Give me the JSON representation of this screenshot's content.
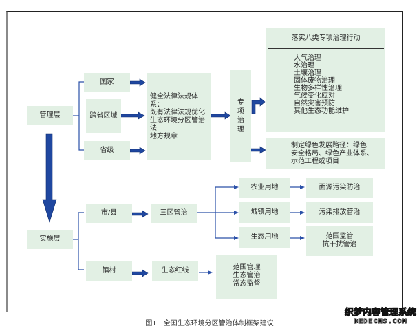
{
  "colors": {
    "box_fill": "#e2f0e4",
    "arrow": "#1f47a0",
    "line": "#2a50a8"
  },
  "management": {
    "label": "管理层"
  },
  "national": {
    "label": "国家"
  },
  "cross_province": {
    "label": "跨省区域"
  },
  "province": {
    "label": "省级"
  },
  "legal_system": {
    "text": "健全法律法规体系：\n既有法律法规优化\n生态环境分区管治法\n地方规章"
  },
  "special_governance": {
    "text": "专\n项\n治\n理"
  },
  "actions": {
    "title": "落实八类专项治理行动",
    "items": [
      "大气治理",
      "水治理",
      "土壤治理",
      "固体废物治理",
      "生物多样性治理",
      "气候变化应对",
      "自然灾害预防",
      "其他生态功能维护"
    ]
  },
  "green_path": {
    "text": "制定绿色发展路径：绿色\n安全格局、绿色产业体系、\n示范工程或项目"
  },
  "implementation": {
    "label": "实施层"
  },
  "city_county": {
    "label": "市/县"
  },
  "three_zone": {
    "label": "三区管治"
  },
  "agri_land": {
    "label": "农业用地"
  },
  "urban_land": {
    "label": "城镇用地"
  },
  "eco_land": {
    "label": "生态用地"
  },
  "nonpoint": {
    "label": "面源污染防治"
  },
  "emission": {
    "label": "污染排放管治"
  },
  "scope_supervision": {
    "text": "范围监管\n抗干扰管治"
  },
  "town_village": {
    "label": "镇村"
  },
  "red_line": {
    "label": "生态红线"
  },
  "red_line_measures": {
    "text": "范围管理\n生态管治\n常态监督"
  },
  "caption": "图1　全国生态环境分区管治体制框架建议",
  "watermark": {
    "cn": "织梦内容管理系统",
    "en": "DEDECMS.COM"
  }
}
